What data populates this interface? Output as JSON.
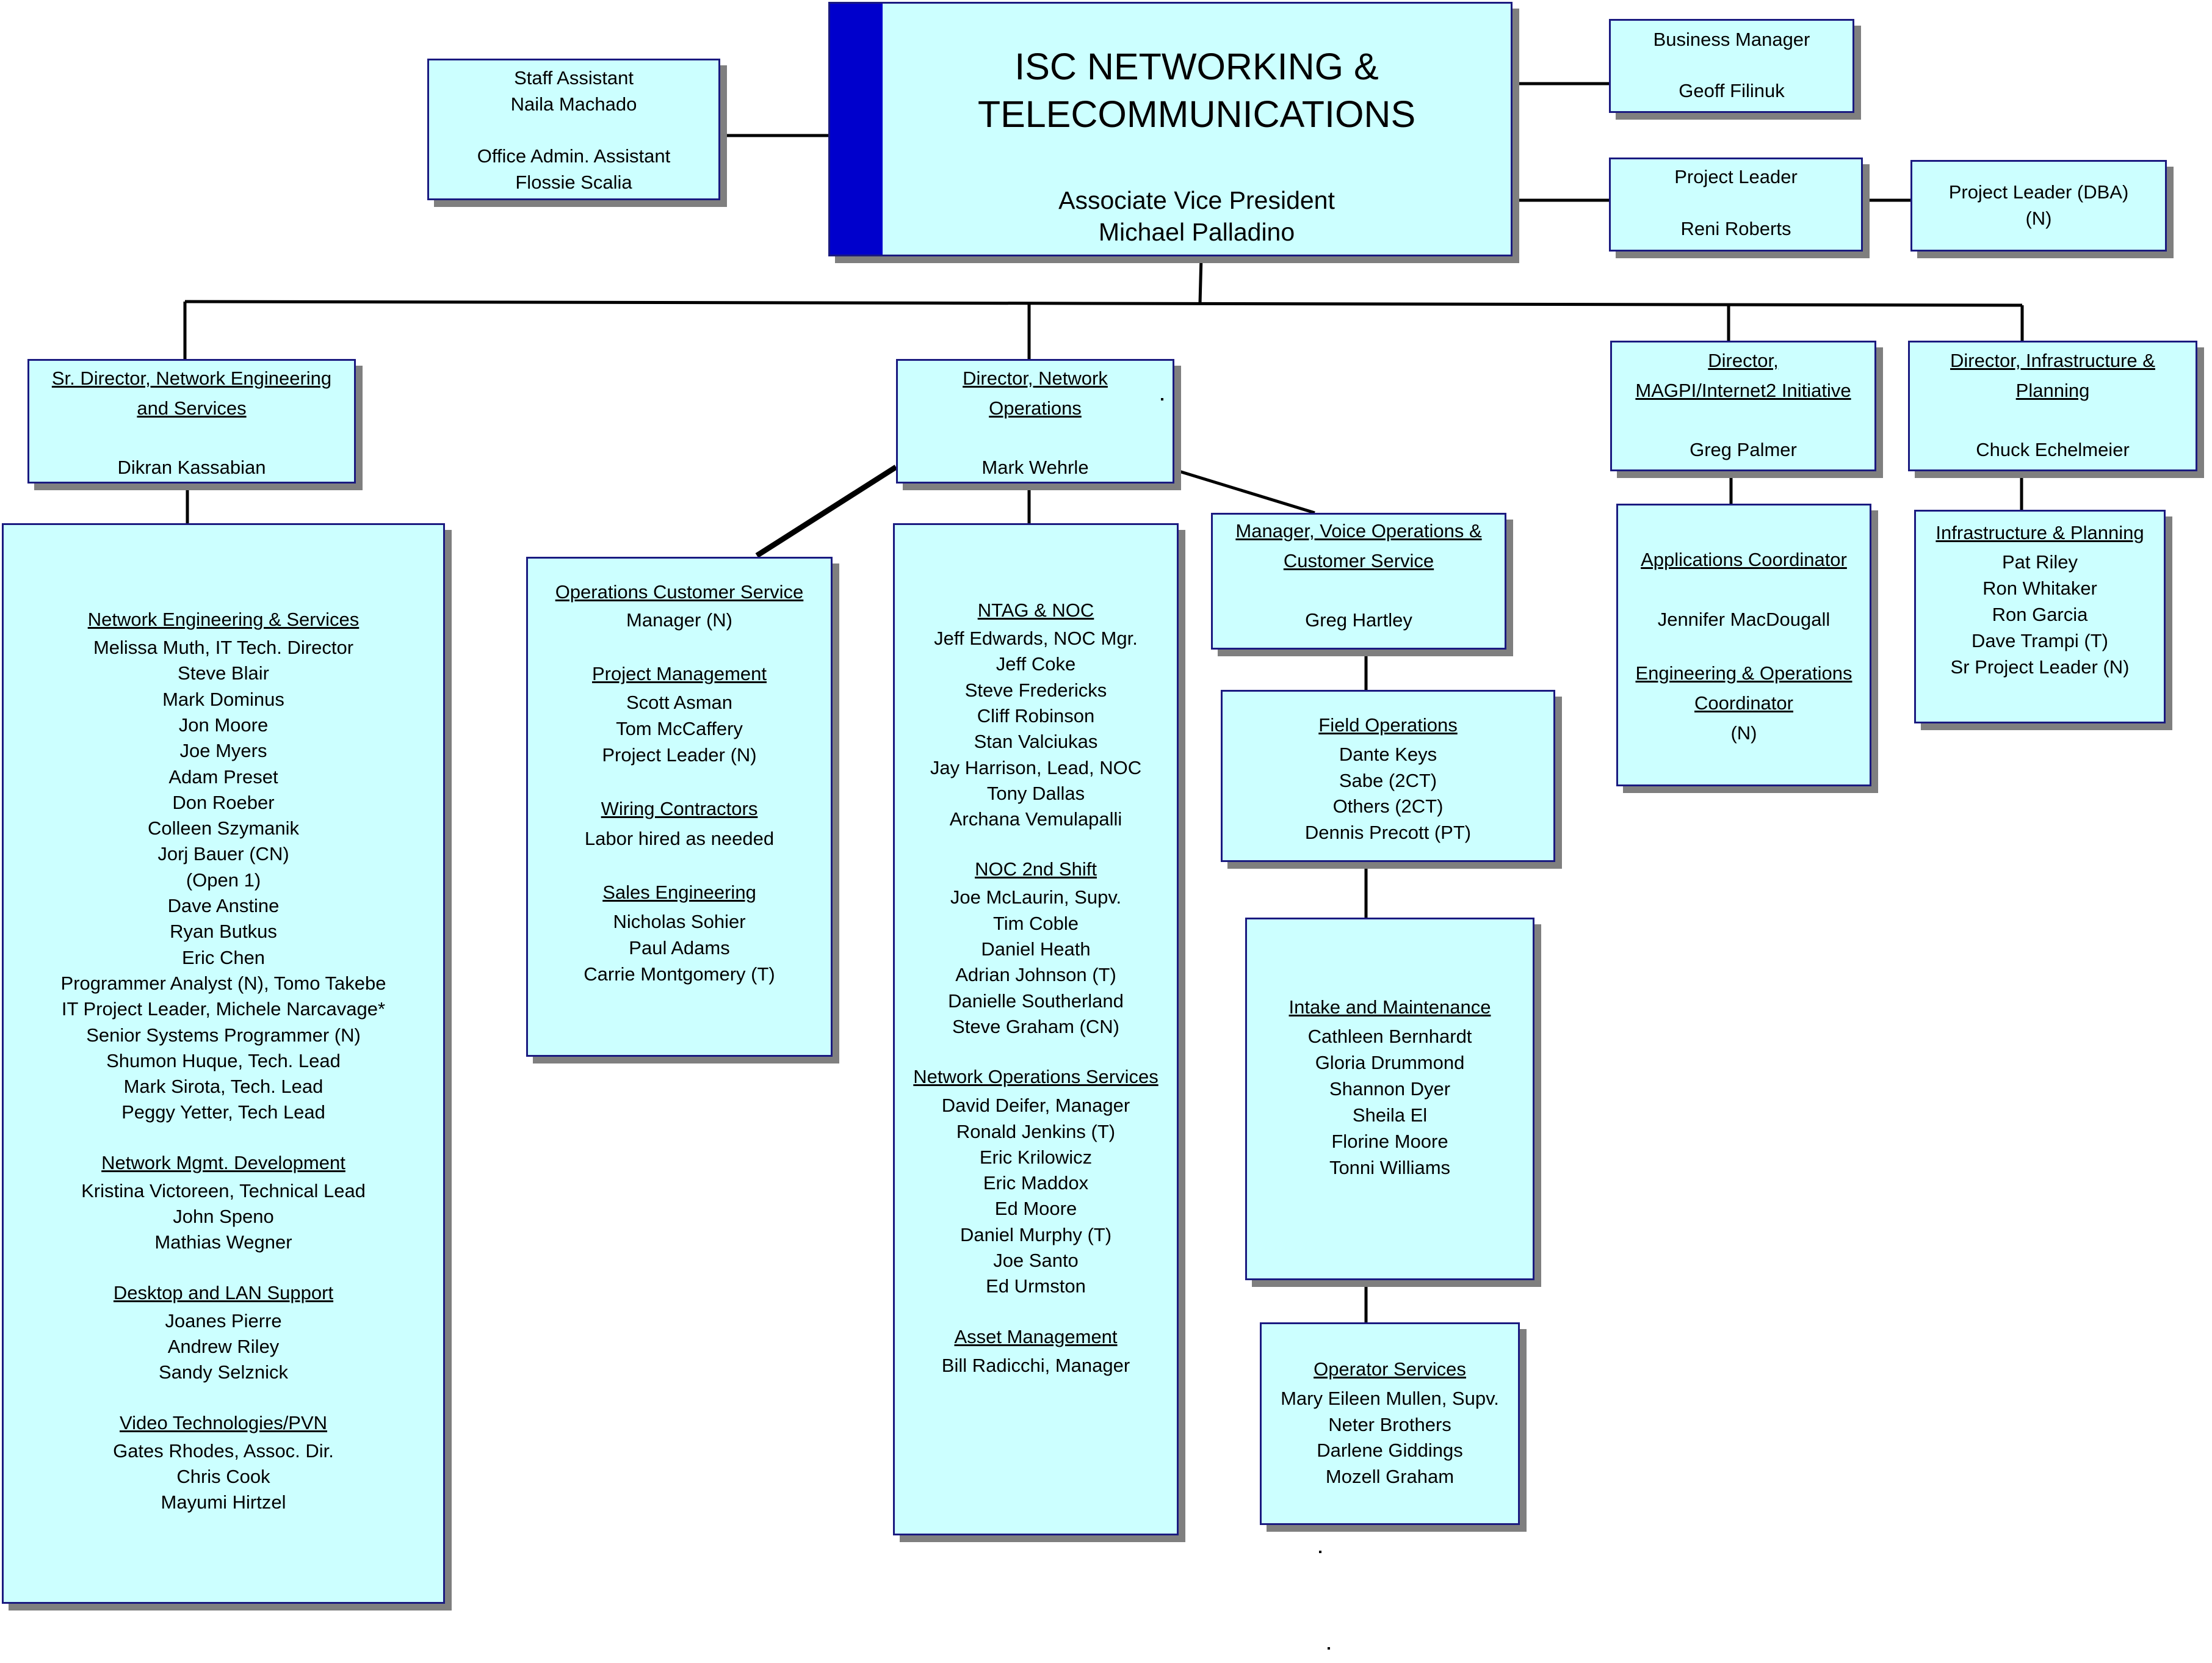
{
  "top": {
    "title_line1": "ISC NETWORKING &",
    "title_line2": "TELECOMMUNICATIONS",
    "role": "Associate Vice President",
    "name": "Michael Palladino",
    "accent_color": "#0000cc",
    "box_color": "#ccffff"
  },
  "staff": {
    "role1": "Staff Assistant",
    "name1": "Naila Machado",
    "role2": "Office Admin. Assistant",
    "name2": "Flossie Scalia"
  },
  "business_manager": {
    "role": "Business Manager",
    "name": "Geoff Filinuk"
  },
  "project_leader": {
    "role": "Project Leader",
    "name": "Reni Roberts"
  },
  "project_leader_dba": {
    "line1": "Project Leader (DBA)",
    "line2": "(N)"
  },
  "sr_director": {
    "title1": "Sr. Director, Network Engineering",
    "title2": "and Services",
    "name": "Dikran Kassabian"
  },
  "director_netops": {
    "title1": "Director, Network",
    "title2": "Operations",
    "name": "Mark Wehrle"
  },
  "director_magpi": {
    "title1": "Director,",
    "title2": "MAGPI/Internet2 Initiative",
    "name": "Greg Palmer"
  },
  "director_infra": {
    "title1": "Director, Infrastructure &",
    "title2": "Planning",
    "name": "Chuck Echelmeier"
  },
  "net_eng_list": {
    "h1": "Network Engineering & Services",
    "g1": [
      "Melissa Muth, IT Tech. Director",
      "Steve Blair",
      "Mark Dominus",
      "Jon Moore",
      "Joe Myers",
      "Adam Preset",
      "Don Roeber",
      "Colleen Szymanik",
      "Jorj Bauer (CN)",
      "(Open 1)",
      "Dave Anstine",
      "Ryan Butkus",
      "Eric Chen",
      "Programmer Analyst (N), Tomo Takebe",
      "IT Project Leader, Michele Narcavage*",
      "Senior Systems Programmer (N)",
      "Shumon Huque, Tech. Lead",
      "Mark Sirota, Tech. Lead",
      "Peggy Yetter, Tech Lead"
    ],
    "h2": "Network Mgmt. Development",
    "g2": [
      "Kristina Victoreen, Technical Lead",
      "John Speno",
      "Mathias Wegner"
    ],
    "h3": "Desktop and LAN Support",
    "g3": [
      "Joanes Pierre",
      "Andrew Riley",
      "Sandy Selznick"
    ],
    "h4": "Video Technologies/PVN",
    "g4": [
      "Gates Rhodes, Assoc. Dir.",
      "Chris Cook",
      "Mayumi Hirtzel"
    ]
  },
  "ops_cs": {
    "h1": "Operations Customer Service",
    "l1": "Manager (N)",
    "h2": "Project Management",
    "g2": [
      "Scott Asman",
      "Tom McCaffery",
      "Project Leader (N)"
    ],
    "h3": "Wiring Contractors",
    "l3": "Labor hired as needed",
    "h4": "Sales Engineering",
    "g4": [
      "Nicholas Sohier",
      "Paul Adams",
      "Carrie Montgomery (T)"
    ]
  },
  "ntag": {
    "h1": "NTAG & NOC",
    "g1": [
      "Jeff Edwards, NOC Mgr.",
      "Jeff Coke",
      "Steve Fredericks",
      "Cliff Robinson",
      "Stan Valciukas",
      "Jay Harrison, Lead, NOC",
      "Tony Dallas",
      "Archana Vemulapalli"
    ],
    "h2": "NOC 2nd Shift",
    "g2": [
      "Joe McLaurin, Supv.",
      "Tim Coble",
      "Daniel Heath",
      "Adrian Johnson (T)",
      "Danielle Southerland",
      "Steve Graham (CN)"
    ],
    "h3": "Network Operations Services",
    "g3": [
      "David Deifer, Manager",
      "Ronald Jenkins (T)",
      "Eric Krilowicz",
      "Eric Maddox",
      "Ed Moore",
      "Daniel Murphy (T)",
      "Joe Santo",
      "Ed Urmston"
    ],
    "h4": "Asset Management",
    "l4": "Bill Radicchi, Manager"
  },
  "voice_mgr": {
    "title1": "Manager, Voice Operations &",
    "title2": "Customer Service",
    "name": "Greg Hartley"
  },
  "field_ops": {
    "h": "Field Operations",
    "g": [
      "Dante Keys",
      "Sabe (2CT)",
      "Others (2CT)",
      "Dennis Precott (PT)"
    ]
  },
  "intake": {
    "h": "Intake and Maintenance",
    "g": [
      "Cathleen Bernhardt",
      "Gloria Drummond",
      "Shannon Dyer",
      "Sheila El",
      "Florine Moore",
      "Tonni Williams"
    ]
  },
  "operator": {
    "h": "Operator Services",
    "g": [
      "Mary Eileen Mullen, Supv.",
      "Neter Brothers",
      "Darlene Giddings",
      "Mozell Graham"
    ]
  },
  "apps": {
    "h1": "Applications Coordinator",
    "l1": "Jennifer MacDougall",
    "h2a": "Engineering & Operations",
    "h2b": "Coordinator",
    "l2": "(N)"
  },
  "infra_plan": {
    "h": "Infrastructure & Planning",
    "g": [
      "Pat Riley",
      "Ron Whitaker",
      "Ron Garcia",
      "Dave Trampi (T)",
      "Sr Project Leader (N)"
    ]
  }
}
